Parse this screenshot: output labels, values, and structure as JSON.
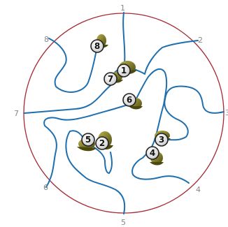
{
  "colors": {
    "circle": "#a52a34",
    "path": "#1f6fae",
    "label": "#888888",
    "snail_shell": "#6b6b1e",
    "snail_body": "#4a4a0f",
    "token_fill": "#e8e8e8",
    "token_stroke": "#222222"
  },
  "icons": {
    "snail": "snail-icon",
    "token": "numbered-disc"
  },
  "edge_labels": [
    "1",
    "2",
    "3",
    "4",
    "5",
    "6",
    "7",
    "8"
  ],
  "tokens": [
    "1",
    "2",
    "3",
    "4",
    "5",
    "6",
    "7",
    "8"
  ]
}
